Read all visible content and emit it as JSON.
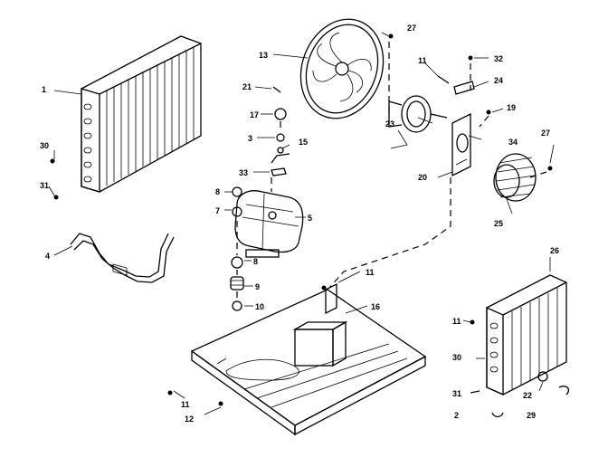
{
  "callouts": [
    {
      "id": "c-1",
      "text": "1"
    },
    {
      "id": "c-30-left",
      "text": "30"
    },
    {
      "id": "c-31-left",
      "text": "31"
    },
    {
      "id": "c-4",
      "text": "4"
    },
    {
      "id": "c-13",
      "text": "13"
    },
    {
      "id": "c-27-top",
      "text": "27"
    },
    {
      "id": "c-21",
      "text": "21"
    },
    {
      "id": "c-17",
      "text": "17"
    },
    {
      "id": "c-3",
      "text": "3"
    },
    {
      "id": "c-15",
      "text": "15"
    },
    {
      "id": "c-33",
      "text": "33"
    },
    {
      "id": "c-8-left",
      "text": "8"
    },
    {
      "id": "c-7",
      "text": "7"
    },
    {
      "id": "c-5",
      "text": "5"
    },
    {
      "id": "c-8-low",
      "text": "8"
    },
    {
      "id": "c-9",
      "text": "9"
    },
    {
      "id": "c-10",
      "text": "10"
    },
    {
      "id": "c-11-top",
      "text": "11"
    },
    {
      "id": "c-32",
      "text": "32"
    },
    {
      "id": "c-24",
      "text": "24"
    },
    {
      "id": "c-19",
      "text": "19"
    },
    {
      "id": "c-23",
      "text": "23"
    },
    {
      "id": "c-34",
      "text": "34"
    },
    {
      "id": "c-27-right",
      "text": "27"
    },
    {
      "id": "c-20",
      "text": "20"
    },
    {
      "id": "c-25",
      "text": "25"
    },
    {
      "id": "c-11-mid",
      "text": "11"
    },
    {
      "id": "c-16",
      "text": "16"
    },
    {
      "id": "c-11-base",
      "text": "11"
    },
    {
      "id": "c-12",
      "text": "12"
    },
    {
      "id": "c-26",
      "text": "26"
    },
    {
      "id": "c-11-right",
      "text": "11"
    },
    {
      "id": "c-30-right",
      "text": "30"
    },
    {
      "id": "c-31-right",
      "text": "31"
    },
    {
      "id": "c-22",
      "text": "22"
    },
    {
      "id": "c-2",
      "text": "2"
    },
    {
      "id": "c-29",
      "text": "29"
    }
  ]
}
